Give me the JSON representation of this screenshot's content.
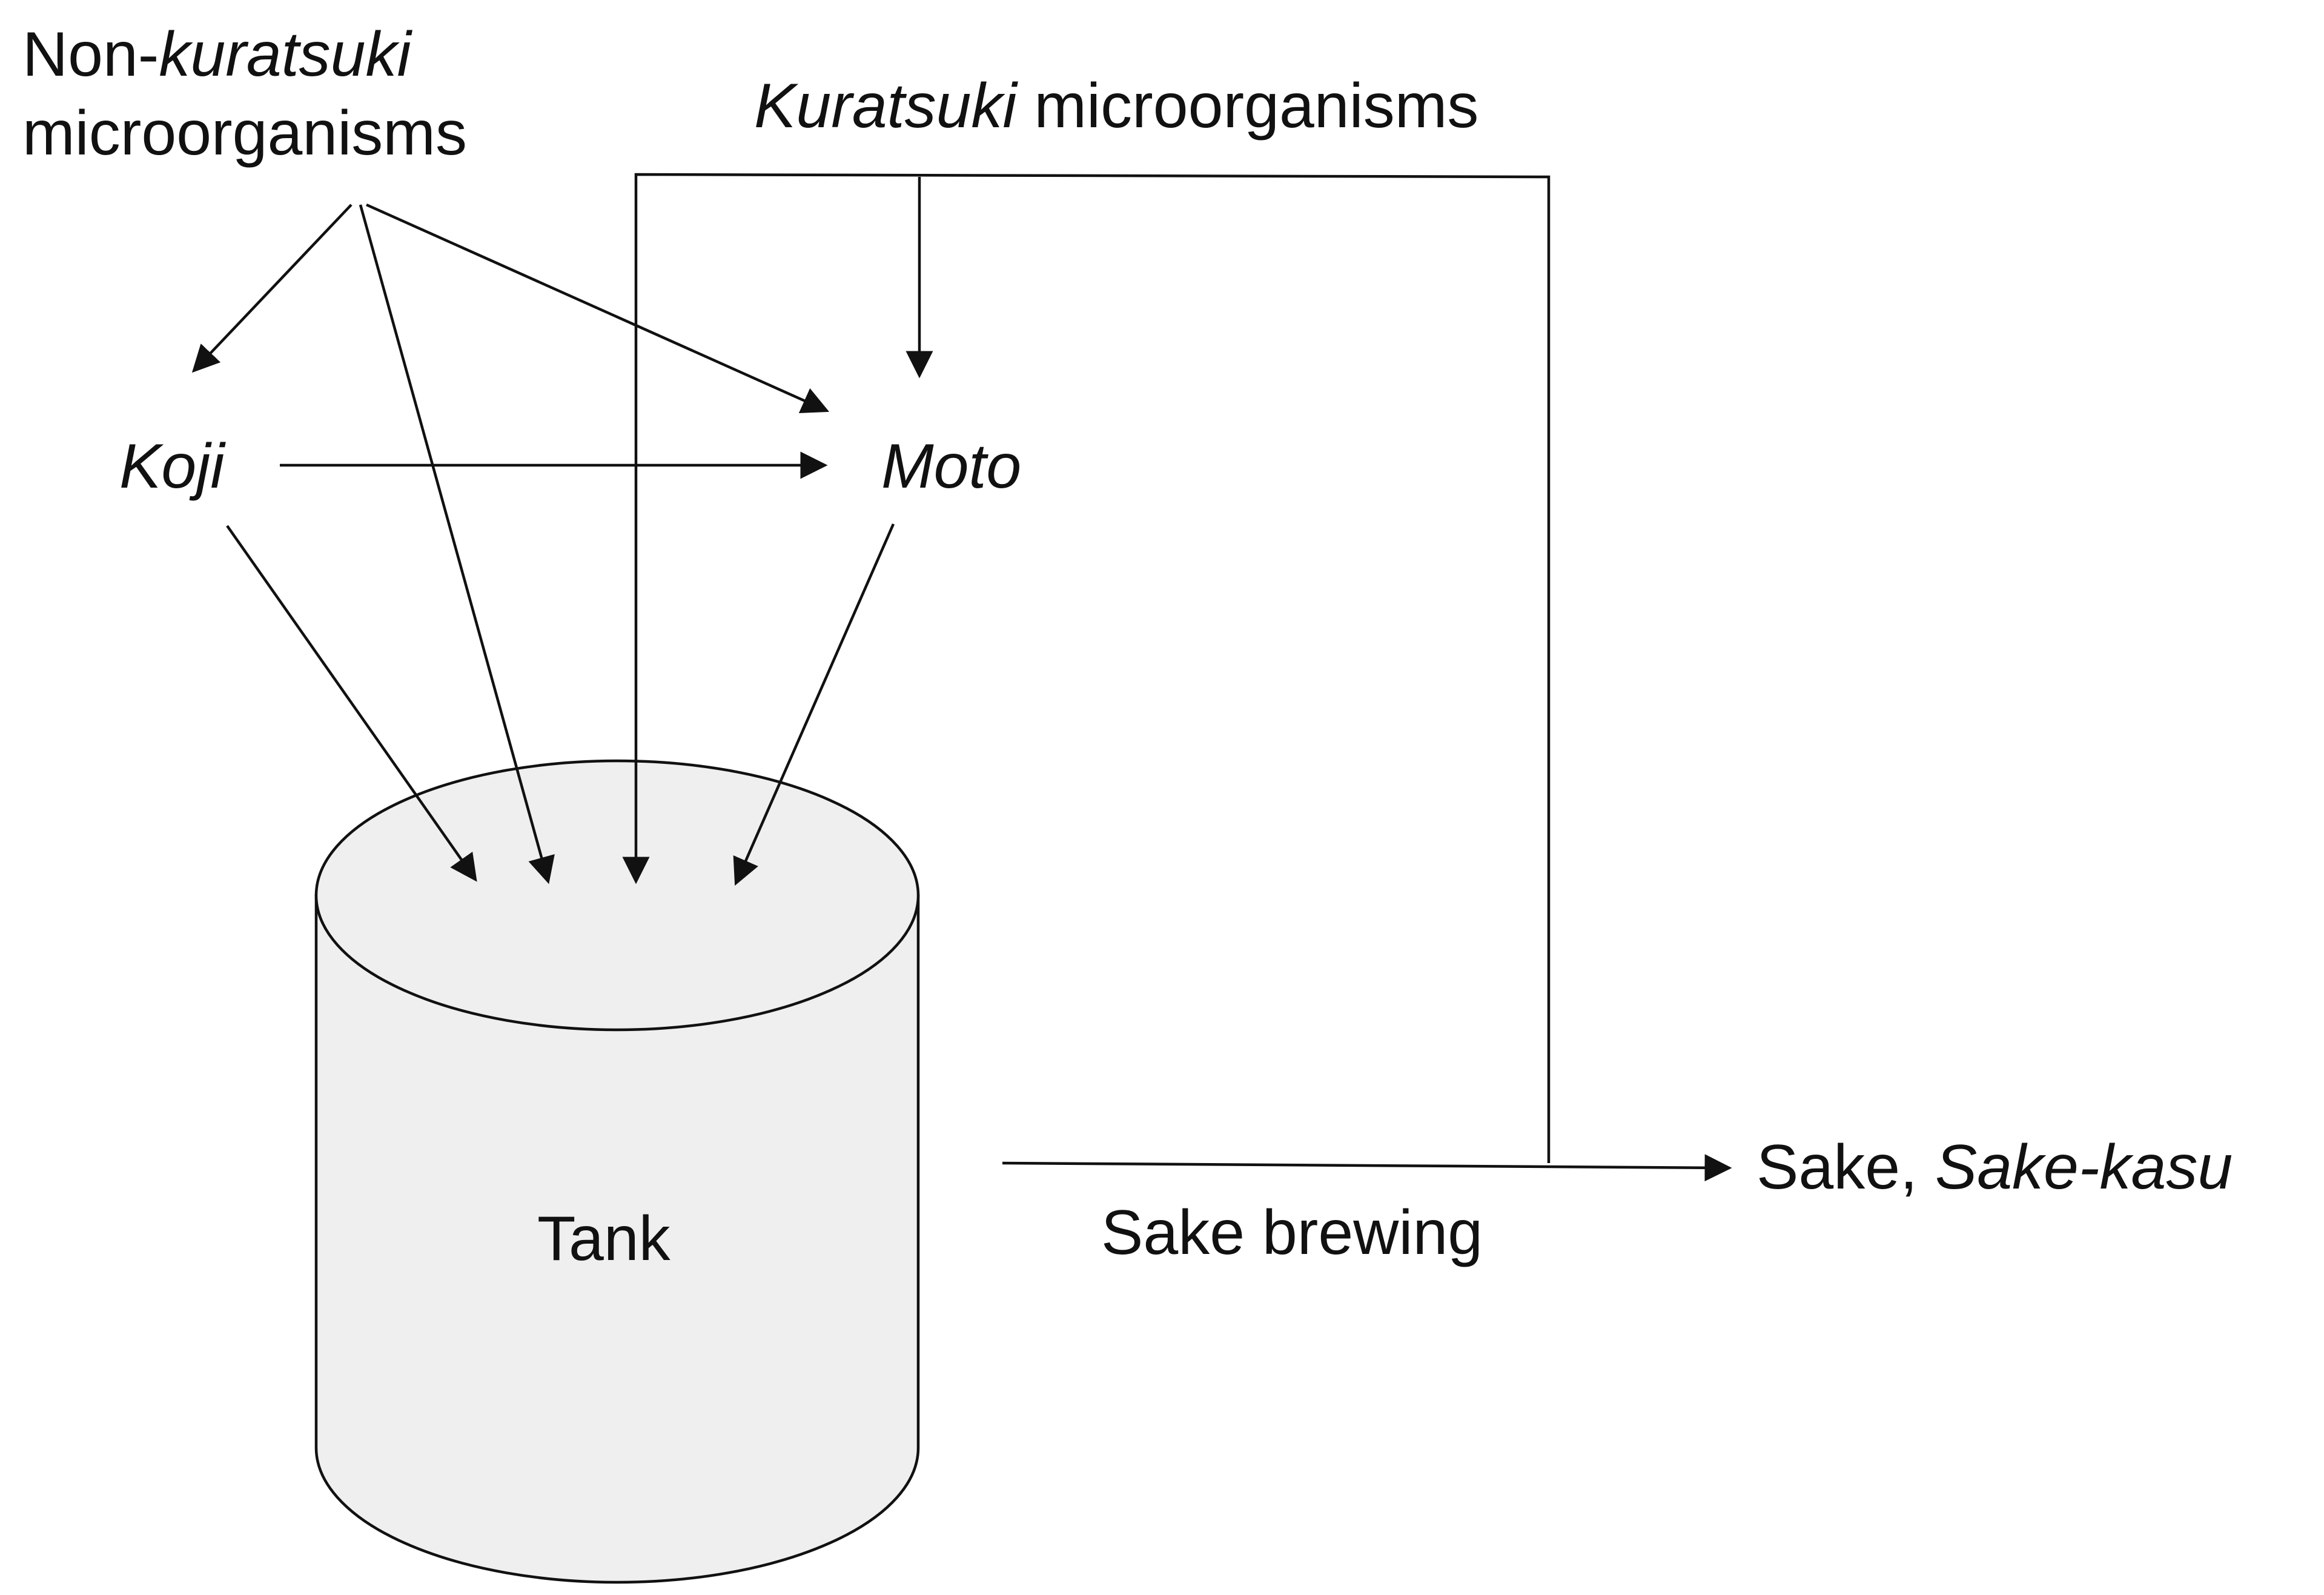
{
  "nodes": {
    "non_kuratsuki": {
      "line1_prefix": "Non-",
      "line1_italic": "kuratsuki",
      "line2": "microorganisms"
    },
    "kuratsuki": {
      "italic": "Kuratsuki",
      "rest": " microorganisms"
    },
    "koji": "Koji",
    "moto": "Moto",
    "tank": "Tank",
    "sake_brewing": "Sake brewing",
    "product": {
      "plain": "Sake, ",
      "italic": "Sake-kasu"
    }
  },
  "colors": {
    "stroke": "#111111",
    "tank_fill": "#efefef",
    "background": "#ffffff"
  }
}
